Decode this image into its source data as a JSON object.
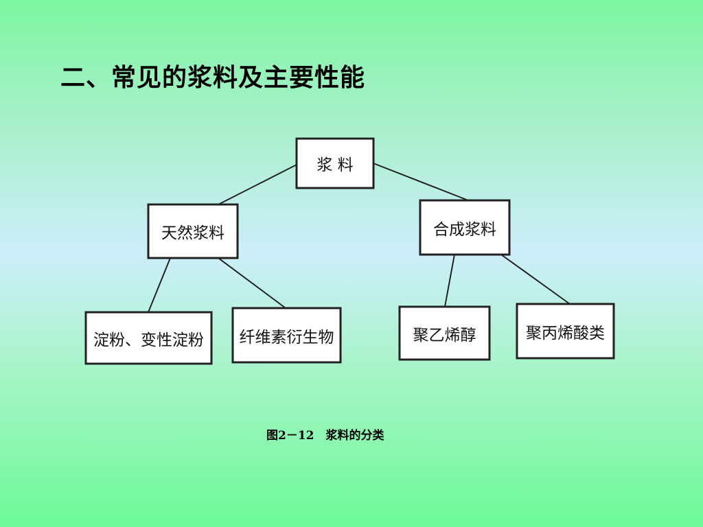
{
  "title": "二、常见的浆料及主要性能",
  "caption": "图2－12　浆料的分类",
  "diagram": {
    "root": "浆 料",
    "natural": "天然浆料",
    "synthetic": "合成浆料",
    "starch": "淀粉、变性淀粉",
    "cellulose": "纤维素衍生物",
    "pva": "聚乙烯醇",
    "acrylic": "聚丙烯酸类"
  }
}
